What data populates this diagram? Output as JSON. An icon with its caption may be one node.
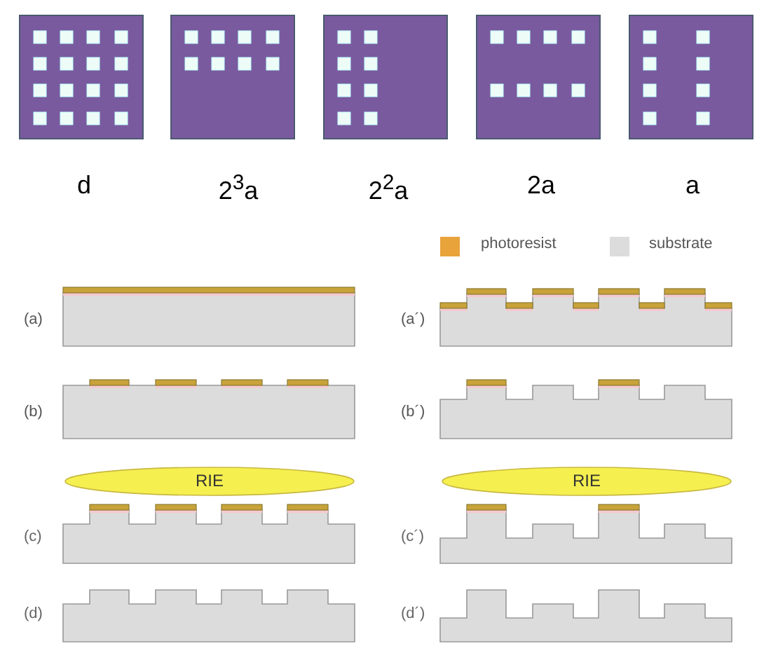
{
  "diagram": {
    "nodes": [
      {
        "text": [
          "RIE"
        ]
      },
      {
        "text": [
          "RIE"
        ]
      }
    ],
    "labels": [
      "d",
      "2$^{3}$a",
      "2$^{2}$a",
      "2a",
      "a",
      "(a)",
      "(a´)",
      "(b)",
      "(b´)",
      "(c)",
      "(c´)",
      "(d)",
      "(d´)"
    ],
    "legend": [
      {
        "text": "photoresist",
        "color": "#e8a33a"
      },
      {
        "text": "substrate",
        "color": "#dcdcdc"
      }
    ]
  }
}
